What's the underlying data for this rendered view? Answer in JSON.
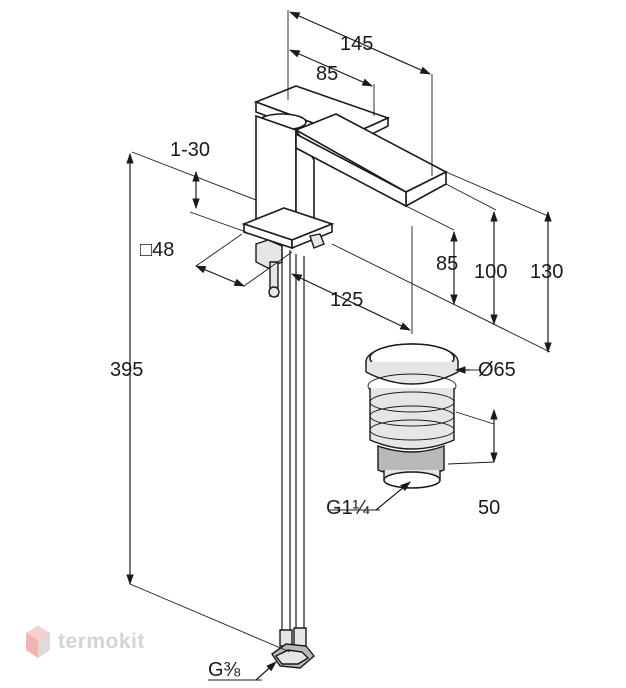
{
  "diagram": {
    "dimensions": {
      "width_total": "145",
      "width_lever": "85",
      "adjust_range": "1-30",
      "base_square": "□48",
      "spout_reach": "125",
      "height_85": "85",
      "height_100": "100",
      "height_130": "130",
      "total_length": "395",
      "drain_diameter": "Ø65",
      "drain_thread": "G1¼",
      "drain_height": "50",
      "supply_thread": "G⅜"
    }
  },
  "watermark": {
    "brand": "termokit"
  },
  "colors": {
    "ink": "#1a1a1a",
    "watermark": "#d4d4d4",
    "watermark_accent": "#f2b3b3"
  }
}
